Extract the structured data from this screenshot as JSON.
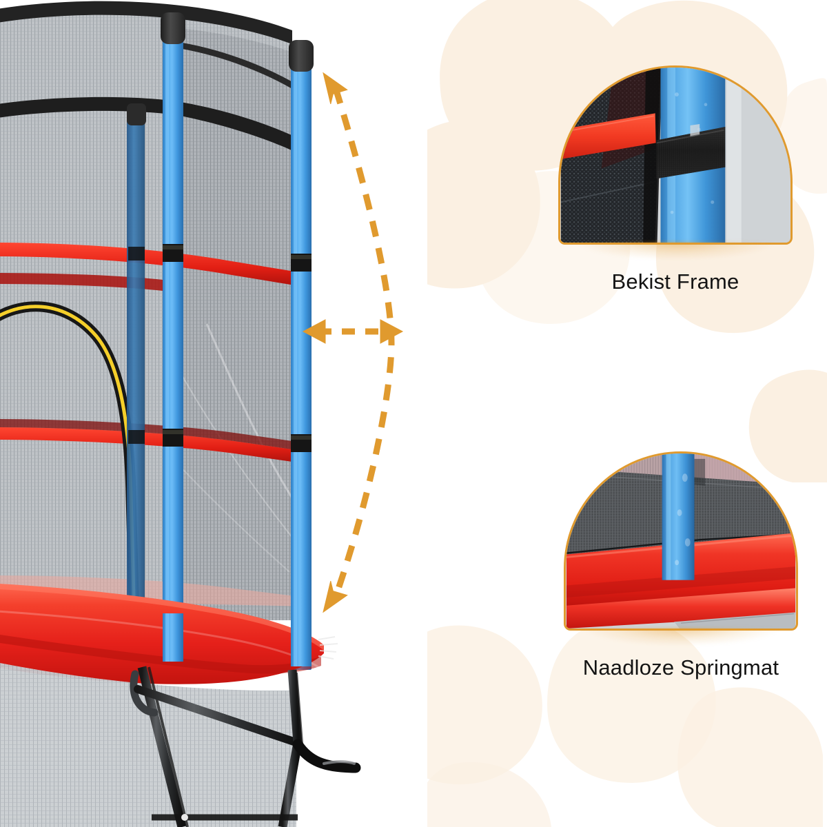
{
  "page": {
    "kind": "product-feature-infographic",
    "background_color": "#ffffff",
    "accent_color": "#e09a2e",
    "text_color": "#141414",
    "watermark_color": "#fbf0e2"
  },
  "product": {
    "name": "kids-trampoline-with-safety-enclosure",
    "colors": {
      "pole_foam": "#4aa3e8",
      "pole_cap": "#2e2e2e",
      "safety_pad": "#ee3124",
      "strap": "#e2231a",
      "net": "#b9bdc1",
      "net_dark": "#8e9296",
      "frame": "#2b2b2b",
      "door_trim": "#f5cf2a"
    },
    "parts": [
      {
        "name": "safety-enclosure-net",
        "label": "Safety enclosure net"
      },
      {
        "name": "blue-foam-pole",
        "label": "Blue foam padded pole"
      },
      {
        "name": "pole-top-cap",
        "label": "Black pole cap"
      },
      {
        "name": "red-strap-upper",
        "label": "Upper red strap"
      },
      {
        "name": "red-strap-lower",
        "label": "Lower red strap"
      },
      {
        "name": "red-safety-pad",
        "label": "Red spring safety pad"
      },
      {
        "name": "zipper-door",
        "label": "Zippered entry door"
      },
      {
        "name": "u-shaped-leg",
        "label": "U-shaped steel leg"
      }
    ]
  },
  "measure_arrows": [
    {
      "name": "height-arrow",
      "style": "curved-dashed-double-headed",
      "orientation": "vertical",
      "color": "#e09a2e"
    },
    {
      "name": "width-arrow",
      "style": "straight-dashed-double-headed",
      "orientation": "horizontal",
      "color": "#e09a2e"
    }
  ],
  "callouts": [
    {
      "name": "callout-frame",
      "label": "Bekist Frame",
      "detail": "Blue foam-padded pole with black hook-and-loop strap securing the black mesh net and red strap",
      "border_color": "#e09a2e"
    },
    {
      "name": "callout-mat",
      "label": "Naadloze Springmat",
      "detail": "Blue foam pole meeting the red seamless spring safety pad over the dark jump mat",
      "border_color": "#e09a2e"
    }
  ]
}
